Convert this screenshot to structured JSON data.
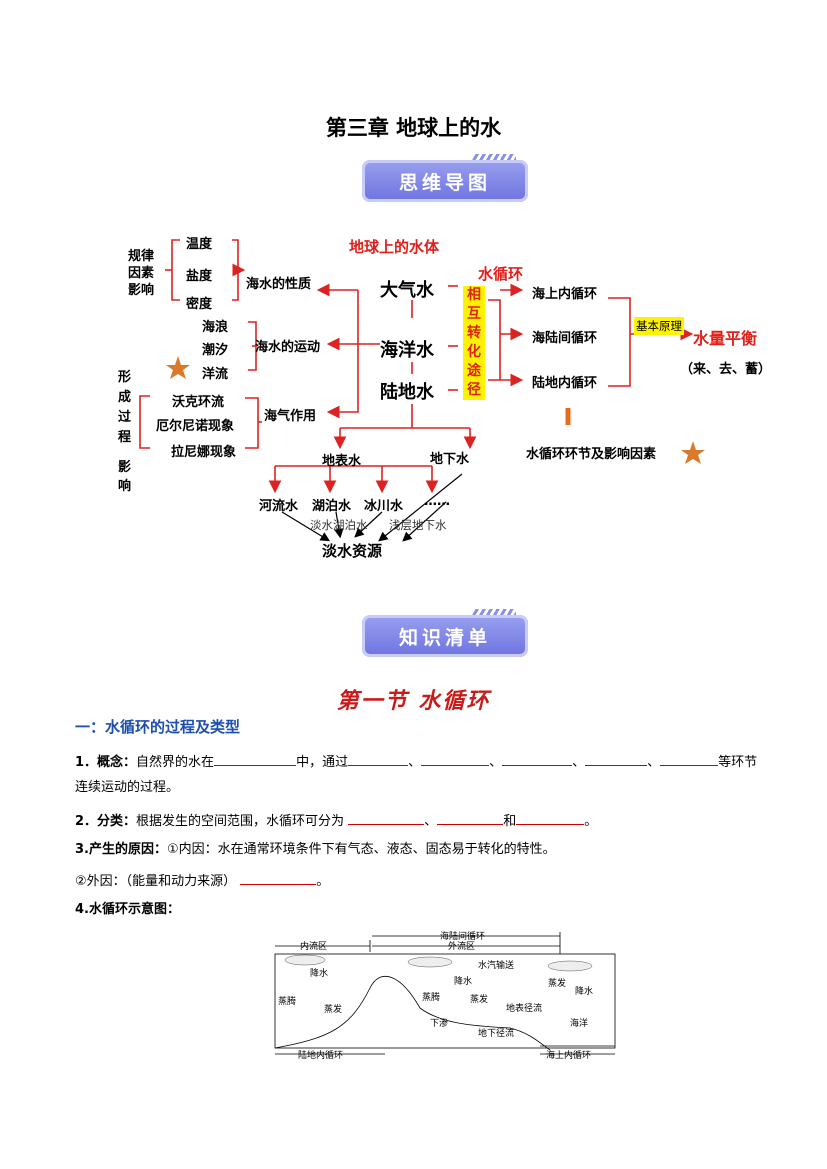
{
  "page_title": "第三章  地球上的水",
  "banners": {
    "mindmap": "思维导图",
    "knowledge": "知识清单"
  },
  "mindmap": {
    "left_group_label": [
      "规律",
      "因素",
      "影响"
    ],
    "factors": [
      "温度",
      "盐度",
      "密度"
    ],
    "property": "海水的性质",
    "motions": [
      "海浪",
      "潮汐",
      "洋流"
    ],
    "motion_node": "海水的运动",
    "process_label": [
      "形",
      "成",
      "过",
      "程"
    ],
    "impact_label": [
      "影",
      "响"
    ],
    "phenomena": [
      "沃克环流",
      "厄尔尼诺现象",
      "拉尼娜现象"
    ],
    "interaction": "海气作用",
    "water_body_title": "地球上的水体",
    "water_bodies": [
      "大气水",
      "海洋水",
      "陆地水"
    ],
    "conversion": [
      "相",
      "互",
      "转",
      "化",
      "途",
      "径"
    ],
    "cycle_title": "水循环",
    "cycles": [
      "海上内循环",
      "海陆间循环",
      "陆地内循环"
    ],
    "principle": "基本原理",
    "balance": "水量平衡",
    "balance_sub": "（来、去、蓄）",
    "factors_node": "水循环环节及影响因素",
    "surface": "地表水",
    "ground": "地下水",
    "surface_types": [
      "河流水",
      "湖泊水",
      "冰川水",
      "……"
    ],
    "fresh_notes": [
      "淡水湖泊水",
      "浅层地下水"
    ],
    "fresh": "淡水资源"
  },
  "section": {
    "title": "第一节    水循环",
    "heading": "一：水循环的过程及类型",
    "items": [
      {
        "label": "1．概念：",
        "parts": [
          "自然界的水在",
          "中，通过",
          "、",
          "、",
          "、",
          "、",
          "等环节"
        ],
        "cont": "连续运动的过程。"
      },
      {
        "label": "2．分类：",
        "parts": [
          "根据发生的空间范围，水循环可分为",
          "、",
          "和",
          "。"
        ]
      },
      {
        "label": "3.产生的原因：",
        "text": "①内因：水在通常环境条件下有气态、液态、固态易于转化的特性。"
      },
      {
        "text": "②外因：（能量和动力来源）",
        "end": "。"
      },
      {
        "label": "4.水循环示意图："
      }
    ]
  },
  "diagram": {
    "top": [
      "内流区",
      "海陆间循环",
      "外流区"
    ],
    "labels": [
      "降水",
      "水汽输送",
      "降水",
      "降水",
      "蒸腾",
      "蒸发",
      "蒸腾",
      "蒸发",
      "蒸发",
      "地表径流",
      "下渗",
      "地下径流",
      "海洋"
    ],
    "bottom": [
      "陆地内循环",
      "海上内循环"
    ]
  }
}
